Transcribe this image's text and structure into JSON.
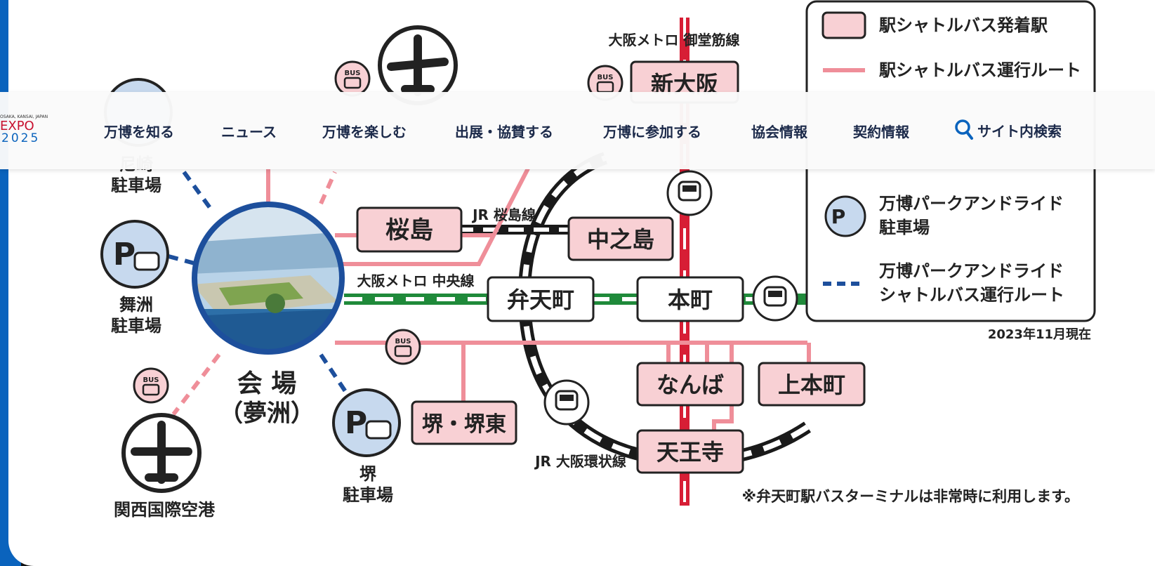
{
  "nav": {
    "logo_tiny": "OSAKA, KANSAI, JAPAN",
    "logo_word": "EXPO",
    "logo_year": "2025",
    "items": [
      "万博を知る",
      "ニュース",
      "万博を楽しむ",
      "出展・協賛する",
      "万博に参加する",
      "協会情報",
      "契約情報"
    ],
    "search": "サイト内検索"
  },
  "map": {
    "lines": {
      "midosuji": "大阪メトロ 御堂筋線",
      "sakurajima": "JR 桜島線",
      "chuo": "大阪メトロ 中央線",
      "loop": "JR 大阪環状線"
    },
    "stations": {
      "shin_osaka": "新大阪",
      "sakurajima": "桜島",
      "nakanoshima": "中之島",
      "bentencho": "弁天町",
      "honmachi": "本町",
      "namba": "なんば",
      "uehonmachi": "上本町",
      "sakai": "堺・堺東",
      "tennoji": "天王寺"
    },
    "parking": {
      "amagasaki_1": "尼崎",
      "amagasaki_2": "駐車場",
      "maishima_1": "舞洲",
      "maishima_2": "駐車場",
      "sakai_1": "堺",
      "sakai_2": "駐車場"
    },
    "venue_1": "会 場",
    "venue_2": "（夢洲）",
    "airport_kix": "関西国際空港",
    "bus_badge": "BUS",
    "p_badge": "P",
    "legend": {
      "shuttle_station": "駅シャトルバス発着駅",
      "shuttle_route": "駅シャトルバス運行ルート",
      "pr_parking_1": "万博パークアンドライド",
      "pr_parking_2": "駐車場",
      "pr_route_1": "万博パークアンドライド",
      "pr_route_2": "シャトルバス運行ルート"
    },
    "date_note": "2023年11月現在",
    "footnote": "※弁天町駅バスターミナルは非常時に利用します。"
  }
}
